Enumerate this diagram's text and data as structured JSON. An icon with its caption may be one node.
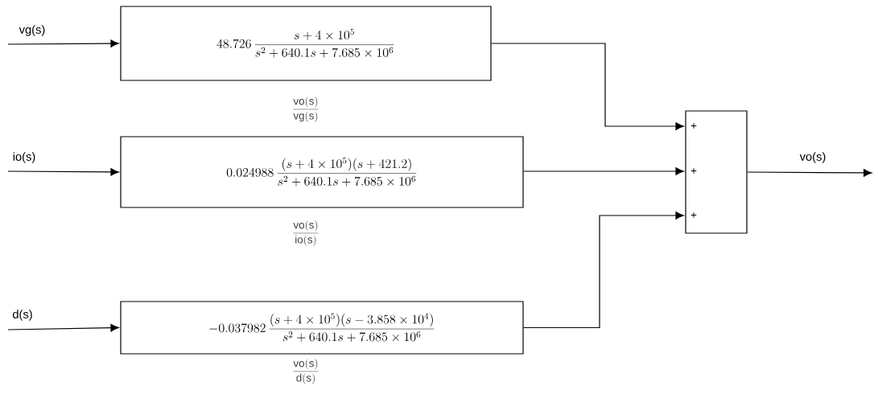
{
  "diagram": {
    "nodes": [
      {
        "text": [
          "48.726\\,\\frac{s+4\\times 10^{5}}{s^{2}+640.1s+7.685\\times 10^{6}}"
        ],
        "beside": [
          "\\frac{\\mathsf{vo(s)}}{\\mathsf{vg(s)}}"
        ]
      },
      {
        "text": [
          "0.024988\\,\\frac{(s+4\\times 10^{5})(s+421.2)}{s^{2}+640.1s+7.685\\times 10^{6}}"
        ],
        "beside": [
          "\\frac{\\mathsf{vo(s)}}{\\mathsf{io(s)}}"
        ]
      },
      {
        "text": [
          "-0.037982\\,\\frac{(s+4\\times 10^{5})(s-3.858\\times 10^{4})}{s^{2}+640.1s+7.685\\times 10^{6}}"
        ],
        "beside": [
          "\\frac{\\mathsf{vo(s)}}{\\mathsf{d(s)}}"
        ]
      },
      {
        "text": [
          "+",
          "+",
          "+"
        ]
      }
    ],
    "edges": [
      {
        "from": null,
        "to": 0,
        "arrow": "to",
        "label": "vg(s)"
      },
      {
        "from": null,
        "to": 1,
        "arrow": "to",
        "label": "io(s)"
      },
      {
        "from": null,
        "to": 2,
        "arrow": "to",
        "label": "d(s)"
      },
      {
        "from": 0,
        "to": 3,
        "arrow": "to"
      },
      {
        "from": 1,
        "to": 3,
        "arrow": "to"
      },
      {
        "from": 2,
        "to": 3,
        "arrow": "to"
      },
      {
        "from": 3,
        "to": null,
        "arrow": "to",
        "label": "vo(s)"
      }
    ]
  }
}
